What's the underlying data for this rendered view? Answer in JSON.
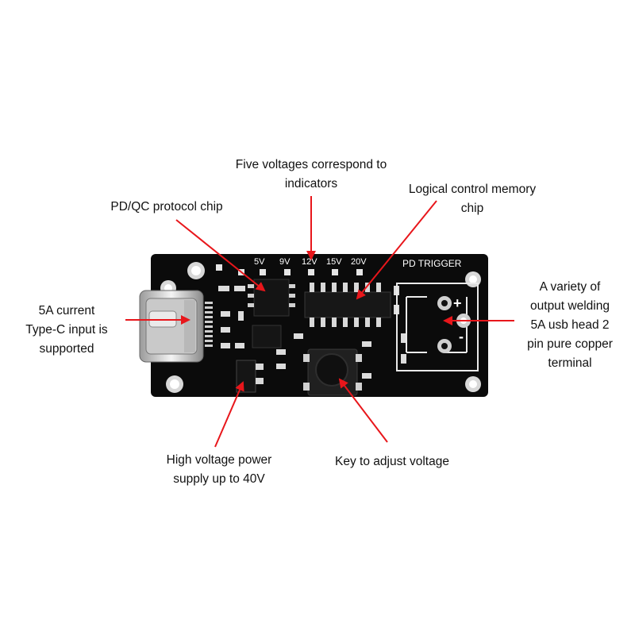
{
  "colors": {
    "pcb": "#0b0b0b",
    "silkscreen": "#f2f2f2",
    "pad": "#dcdcdc",
    "arrow": "#e8161b"
  },
  "board": {
    "voltage_marks": [
      "5V",
      "9V",
      "12V",
      "15V",
      "20V"
    ],
    "title": "PD TRIGGER",
    "plus_mark": "+",
    "minus_mark": "-"
  },
  "annotations": {
    "voltage_indicators": {
      "line1": "Five voltages correspond to",
      "line2": "indicators"
    },
    "protocol_chip": {
      "line1": "PD/QC protocol chip"
    },
    "memory_chip": {
      "line1": "Logical control memory",
      "line2": "chip"
    },
    "typec_input": {
      "line1": "5A current",
      "line2": "Type-C input is",
      "line3": "supported"
    },
    "output_terminal": {
      "line1": "A variety of",
      "line2": "output welding",
      "line3": "5A usb head 2",
      "line4": "pin pure copper",
      "line5": "terminal"
    },
    "high_voltage": {
      "line1": "High voltage power",
      "line2": "supply up to 40V"
    },
    "adjust_key": {
      "line1": "Key to adjust voltage"
    }
  }
}
